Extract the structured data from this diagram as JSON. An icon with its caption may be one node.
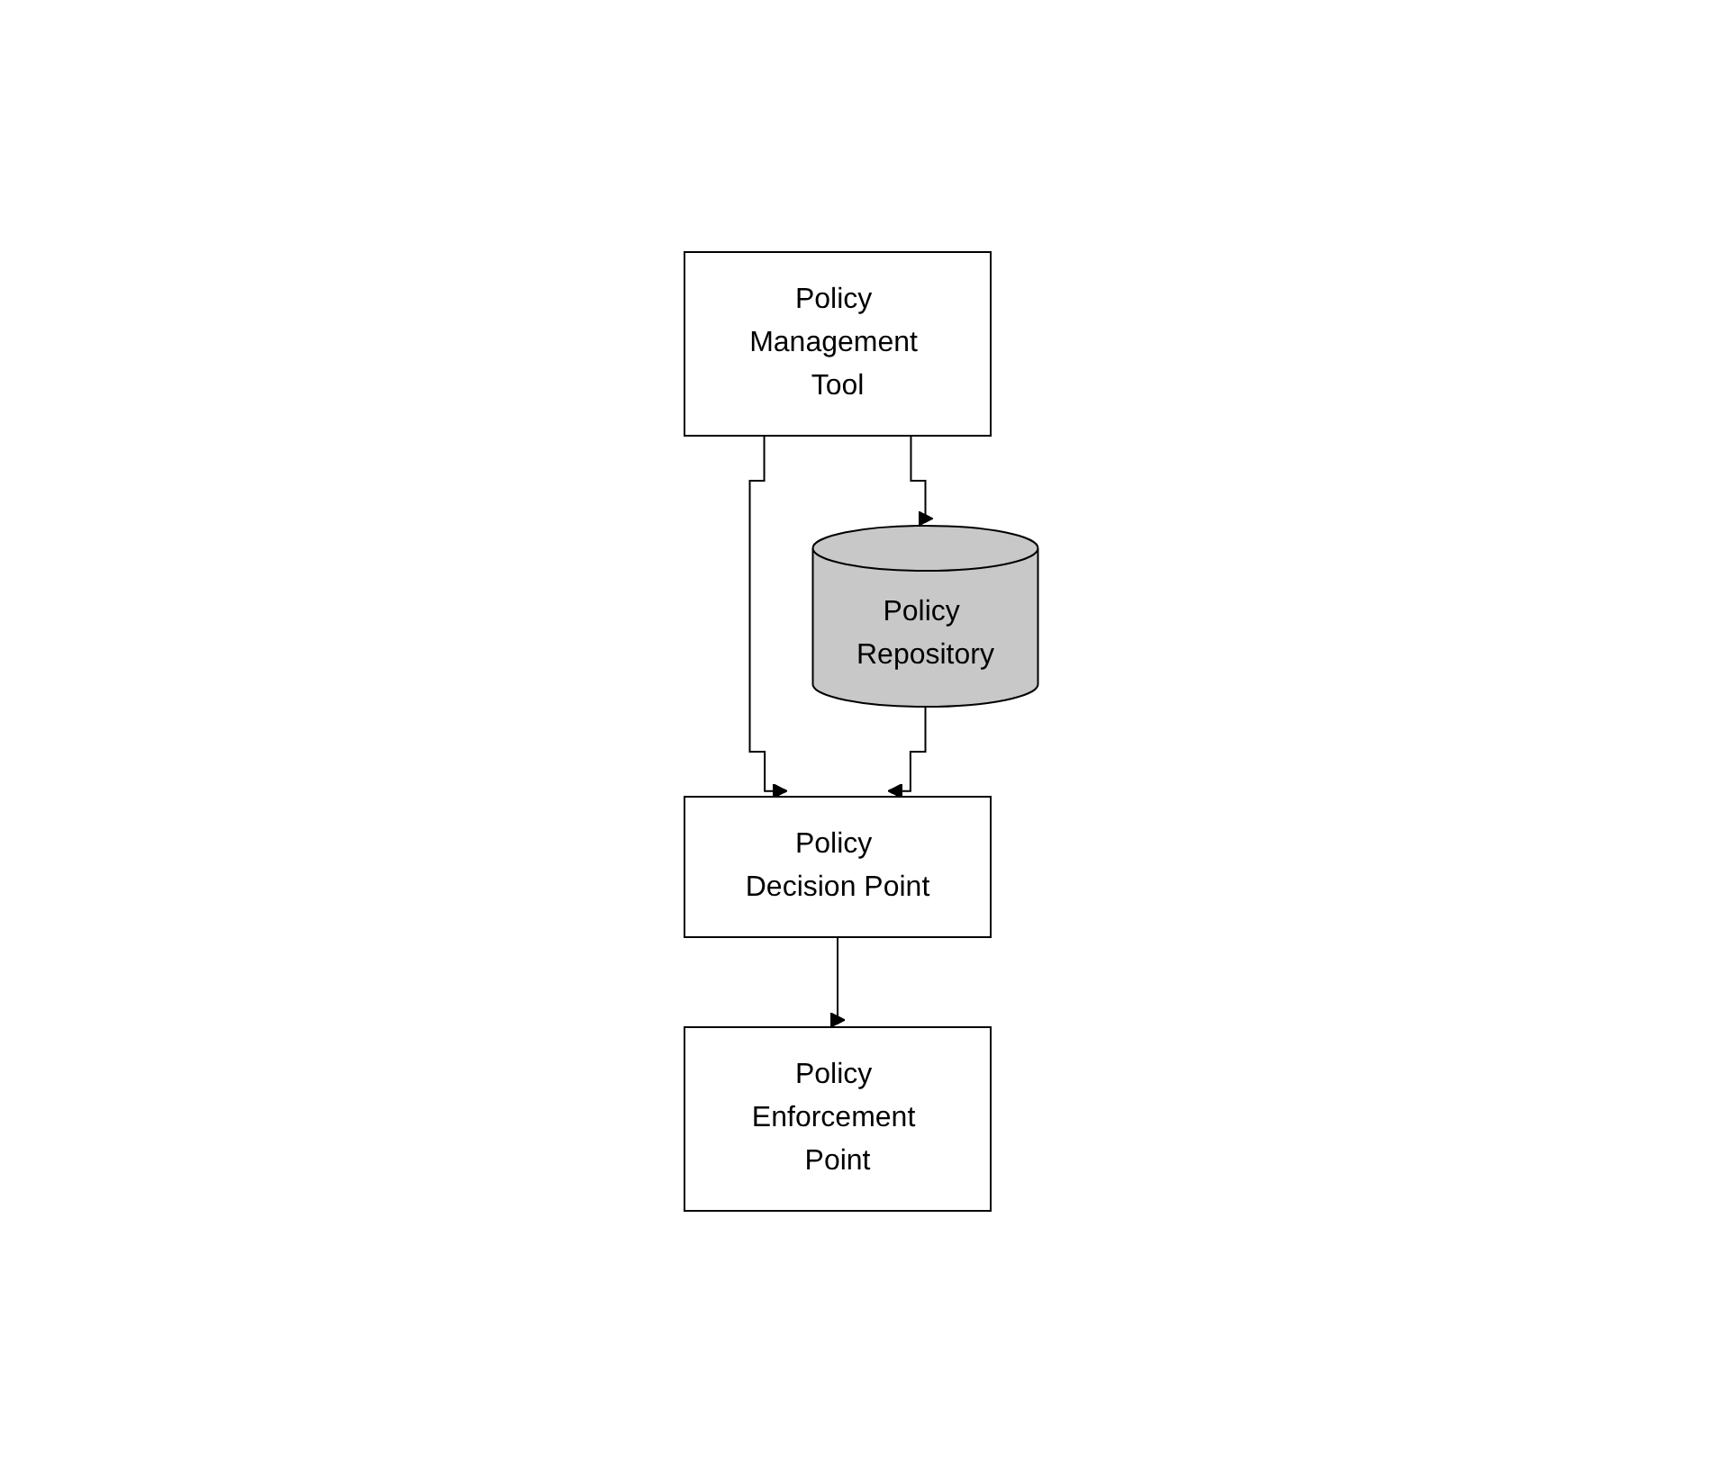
{
  "diagram": {
    "nodes": [
      {
        "text": [
          "Policy Management Tool"
        ]
      },
      {
        "text": [
          "Policy Repository"
        ]
      },
      {
        "text": [
          "Policy Decision Point"
        ]
      },
      {
        "text": [
          "Policy Enforcement Point"
        ]
      }
    ],
    "edges": [
      {
        "from": 0,
        "to": 1,
        "arrow": "to"
      },
      {
        "from": 0,
        "to": 2,
        "arrow": "to"
      },
      {
        "from": 1,
        "to": 2,
        "arrow": "to"
      },
      {
        "from": 2,
        "to": 3,
        "arrow": "to"
      }
    ]
  }
}
